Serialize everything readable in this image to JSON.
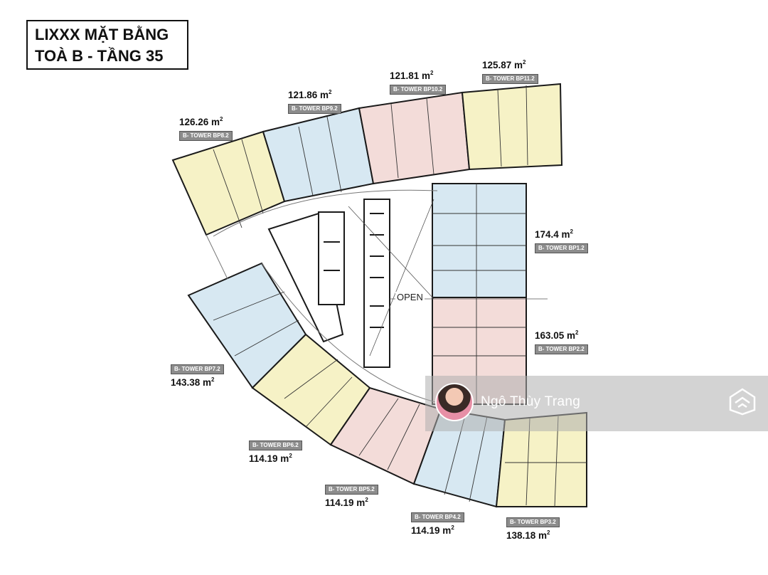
{
  "title": {
    "line1": "MẶT BẰNG",
    "line1_prefix": "LIXXX",
    "line2": "TOÀ B - TẦNG 35"
  },
  "open_label": "OPEN",
  "watermark": {
    "name": "Ngô Thùy Trang",
    "icon": "house-logo-icon"
  },
  "colors": {
    "yellow": "#f6f2c6",
    "blue": "#d7e8f2",
    "pink": "#f3dcd9",
    "wall": "#1a1a1a",
    "corridor": "#ffffff"
  },
  "units": [
    {
      "code": "B- TOWER BP8.2",
      "area": "126.26 m",
      "color": "yellow"
    },
    {
      "code": "B- TOWER BP9.2",
      "area": "121.86 m",
      "color": "blue"
    },
    {
      "code": "B- TOWER BP10.2",
      "area": "121.81 m",
      "color": "pink"
    },
    {
      "code": "B- TOWER BP11.2",
      "area": "125.87 m",
      "color": "yellow"
    },
    {
      "code": "B- TOWER BP1.2",
      "area": "174.4 m",
      "color": "blue"
    },
    {
      "code": "B- TOWER BP2.2",
      "area": "163.05 m",
      "color": "pink"
    },
    {
      "code": "B- TOWER BP7.2",
      "area": "143.38 m",
      "color": "blue"
    },
    {
      "code": "B- TOWER BP6.2",
      "area": "114.19 m",
      "color": "yellow"
    },
    {
      "code": "B- TOWER BP5.2",
      "area": "114.19 m",
      "color": "pink"
    },
    {
      "code": "B- TOWER BP4.2",
      "area": "114.19 m",
      "color": "blue"
    },
    {
      "code": "B- TOWER BP3.2",
      "area": "138.18 m",
      "color": "yellow"
    }
  ],
  "area_unit_superscript": "2"
}
